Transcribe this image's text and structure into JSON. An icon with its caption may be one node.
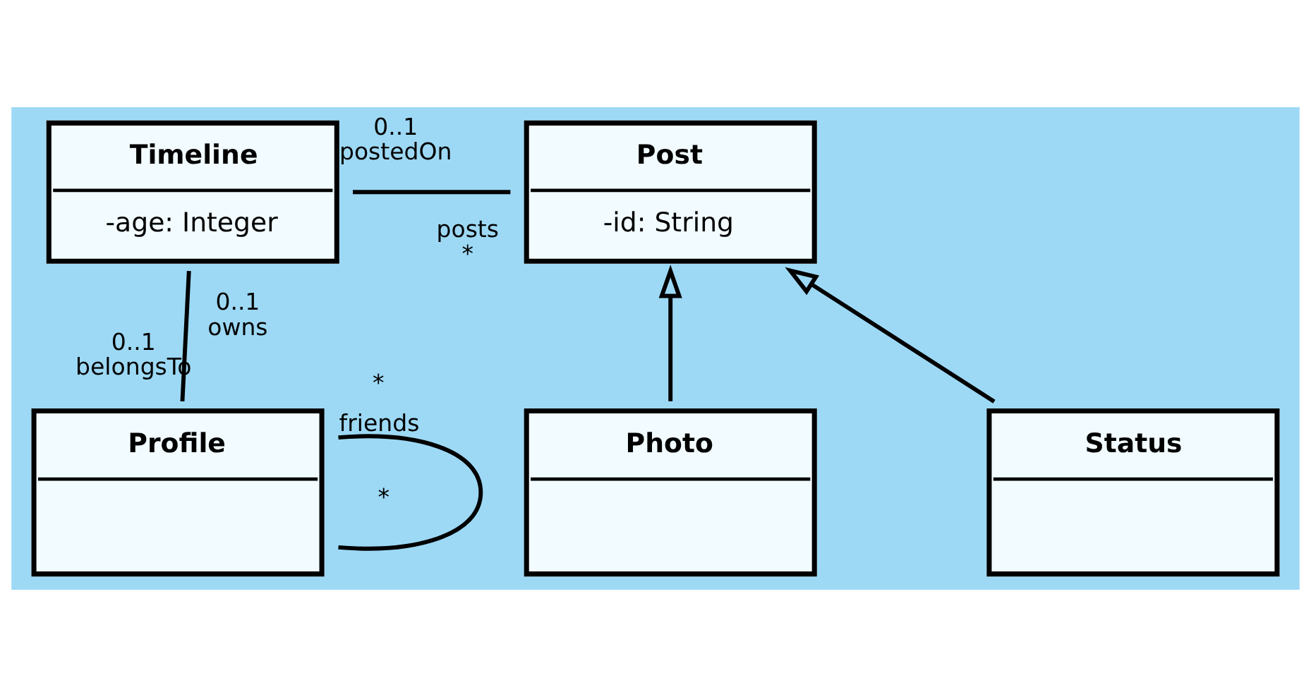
{
  "diagram": {
    "nodes": [
      {
        "text": [
          "Timeline",
          "-age: Integer"
        ]
      },
      {
        "text": [
          "Post",
          "-id: String"
        ]
      },
      {
        "text": [
          "Photo"
        ]
      },
      {
        "text": [
          "Status"
        ]
      },
      {
        "text": [
          "Profile"
        ]
      }
    ],
    "edges": [
      {
        "from": 0,
        "to": 1,
        "arrow": "none"
      },
      {
        "from": 0,
        "to": 4,
        "arrow": "none"
      },
      {
        "from": 2,
        "to": 1,
        "arrow": "to"
      },
      {
        "from": 3,
        "to": 1,
        "arrow": "to"
      },
      {
        "from": 4,
        "to": 4,
        "arrow": "none",
        "label": "friends"
      }
    ],
    "labels": [
      "0..1",
      "posts",
      "postedOn",
      "*",
      "0..1",
      "owns",
      "0..1",
      "belongsTo",
      "*",
      "*"
    ]
  }
}
